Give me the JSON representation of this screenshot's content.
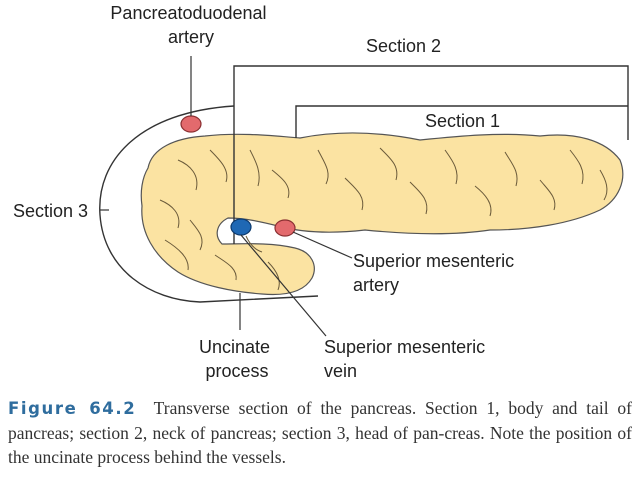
{
  "labels": {
    "pancreatoduodenal_artery": [
      "Pancreatoduodenal",
      "artery"
    ],
    "section_2": "Section 2",
    "section_1": "Section 1",
    "section_3": "Section 3",
    "superior_mesenteric_artery": [
      "Superior mesenteric",
      "artery"
    ],
    "uncinate_process": [
      "Uncinate",
      "process"
    ],
    "superior_mesenteric_vein": [
      "Superior mesenteric",
      "vein"
    ]
  },
  "caption": {
    "figure_label": "Figure 64.2",
    "text": "Transverse section of the pancreas. Section 1, body and tail of pancreas; section 2, neck of pancreas; section 3, head of pan-creas. Note the position of the uncinate process behind the vessels."
  },
  "colors": {
    "pancreas_fill": "#fbe3a2",
    "artery_red": "#e36a6d",
    "vein_blue": "#1f68b4",
    "caption_accent": "#2f6d9e"
  }
}
